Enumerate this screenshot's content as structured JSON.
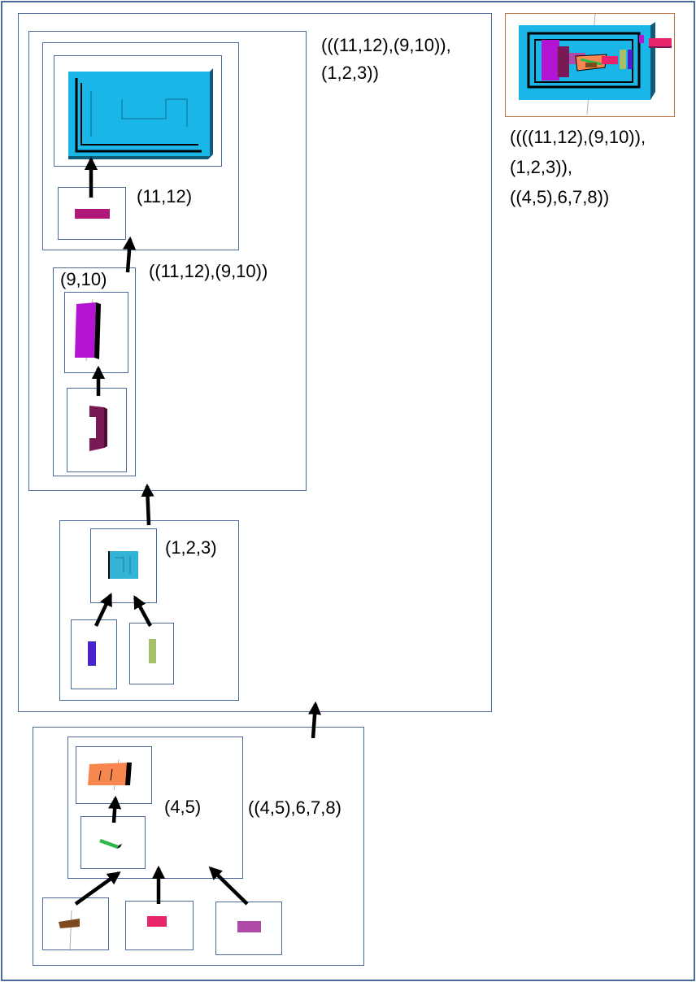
{
  "labels": {
    "root_line1": "((((11,12),(9,10)),",
    "root_line2": "(1,2,3)),",
    "root_line3": "((4,5),6,7,8))",
    "top_line1": "(((11,12),(9,10)),",
    "top_line2": "(1,2,3))",
    "g1112_910": "((11,12),(9,10))",
    "g1112": "(11,12)",
    "g910": "(9,10)",
    "g123": "(1,2,3)",
    "g45": "(4,5)",
    "g45678": "((4,5),6,7,8)"
  },
  "colors": {
    "frame": "#4a6a9c",
    "result_frame": "#c0713a",
    "cyan": "#1ab6e8",
    "magenta": "#b01877",
    "purple": "#b314d1",
    "plum": "#7a1a55",
    "small_cyan": "#33b4d6",
    "blue_violet": "#4b22c9",
    "olive": "#a6bf6a",
    "orange": "#f7874f",
    "green": "#2fb84a",
    "brown": "#7b4a1e",
    "pink": "#e8246a",
    "orchid": "#b04aa8",
    "arrow": "#000000"
  }
}
